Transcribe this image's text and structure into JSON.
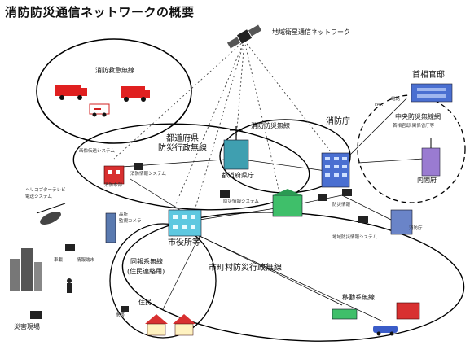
{
  "title": "消防防災通信ネットワークの概要",
  "labels": {
    "satellite_net": "地域衛星通信ネットワーク",
    "fire_ambulance": "消防救急無線",
    "pref_admin_1": "都道府県",
    "pref_admin_2": "防災行政無線",
    "fire_disaster": "消防防災無線",
    "fire_agency": "消防庁",
    "central_net": "中央防災無線網",
    "central_sub": "首相官邸,関係省庁等",
    "pm_office": "首相官邸",
    "cabinet": "内閣府",
    "image_tx": "画像伝送システム",
    "fire_hq": "消防本部",
    "fire_info": "消防情報システム",
    "prefecture": "都道府県庁",
    "heli_1": "ヘリコプターテレビ",
    "heli_2": "電送システム",
    "disaster_info": "防災情報システム",
    "monitor_camera_1": "高所",
    "monitor_camera_2": "監視カメラ",
    "municipal": "市役所等",
    "municipal_net": "市町村防災行政無線",
    "broadcast_1": "同報系無線",
    "broadcast_2": "(住民連絡用)",
    "mobile_net": "移動系無線",
    "residents": "住民",
    "disaster_site": "災害現場",
    "fax": "FAX",
    "phone": "電話",
    "info_terminal": "情報端末",
    "local_info": "地域防災情報システム",
    "fire_agency_small": "消防庁",
    "disaster_prevention": "防災情報",
    "car": "車載",
    "portable": "携帯"
  },
  "colors": {
    "line": "#000000",
    "dashed": "#333333",
    "building_blue": "#4a6fd1",
    "building_cyan": "#5ec8e0",
    "building_green": "#3fbf6a",
    "building_purple": "#9a7bd1",
    "truck_red": "#e02020",
    "house_red": "#d83030"
  },
  "icons": [
    "satellite-icon",
    "fire-truck-icon",
    "ambulance-icon",
    "antenna-icon",
    "building-icon",
    "computer-icon",
    "helicopter-icon",
    "house-icon",
    "car-icon",
    "camera-icon",
    "person-icon"
  ]
}
